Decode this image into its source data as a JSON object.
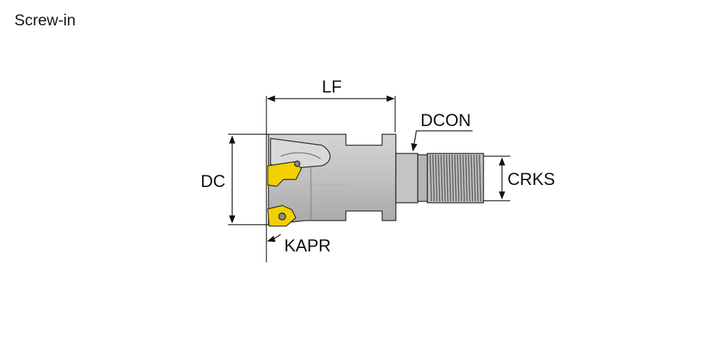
{
  "title": "Screw-in",
  "dimensions": {
    "lf": "LF",
    "dc": "DC",
    "dcon": "DCON",
    "crks": "CRKS",
    "kapr": "KAPR"
  },
  "colors": {
    "body": "#bdbdbd",
    "body_dark": "#9a9a9a",
    "insert": "#f3d000",
    "outline": "#222222"
  }
}
